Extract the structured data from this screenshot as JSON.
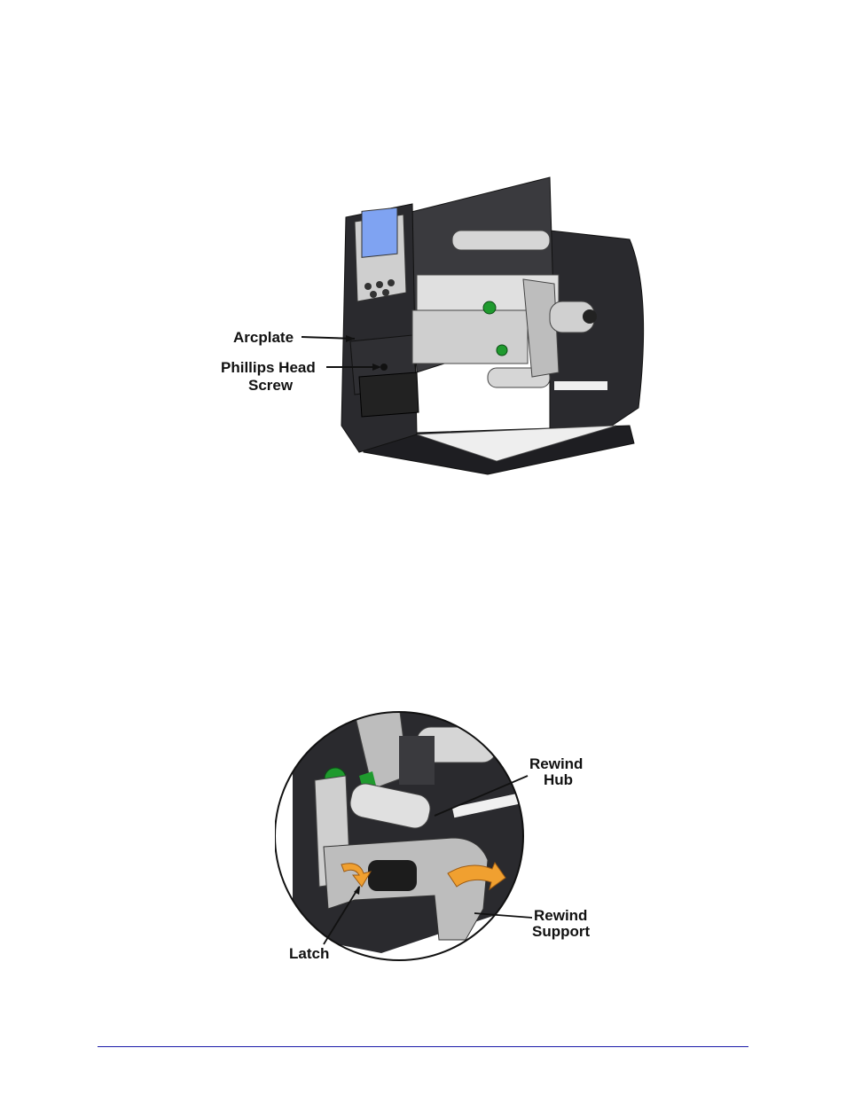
{
  "figure1": {
    "labels": {
      "arcplate": "Arcplate",
      "phillips_head_line1": "Phillips Head",
      "phillips_head_line2": "Screw"
    }
  },
  "figure2": {
    "labels": {
      "rewind_hub_line1": "Rewind",
      "rewind_hub_line2": "Hub",
      "rewind_support_line1": "Rewind",
      "rewind_support_line2": "Support",
      "latch": "Latch"
    }
  },
  "colors": {
    "printer_body": "#2a2a2e",
    "mechanism_metal": "#d6d6d6",
    "lcd_screen": "#7fa3f2",
    "green_knob": "#1f9a2e",
    "orange_arrow": "#f0a030",
    "footer_rule": "#1a1aa8"
  }
}
